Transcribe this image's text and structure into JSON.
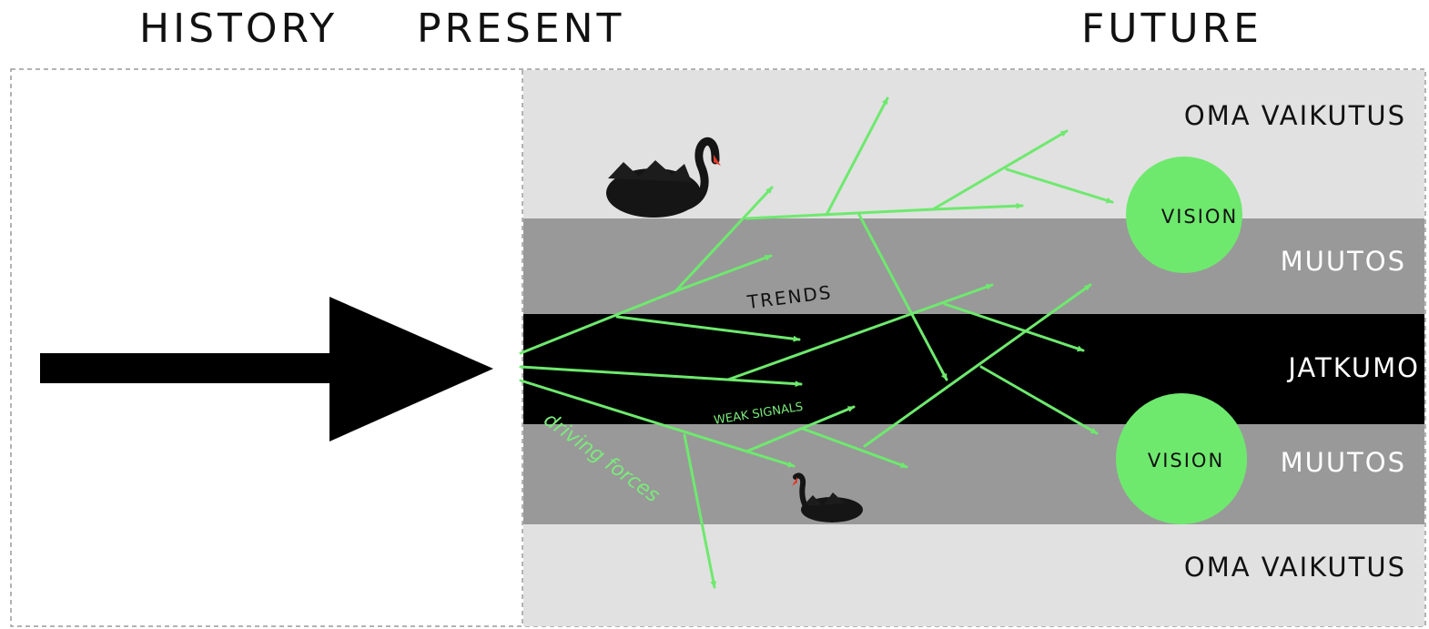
{
  "headers": {
    "history": "HISTORY",
    "present": "PRESENT",
    "future": "FUTURE"
  },
  "bands": {
    "top_light": "OMA VAIKUTUS",
    "upper_gray": "MUUTOS",
    "middle_black": "JATKUMO",
    "lower_gray": "MUUTOS",
    "bottom_light": "OMA VAIKUTUS"
  },
  "visions": {
    "upper": "VISION",
    "lower": "VISION"
  },
  "annotations": {
    "trends": "TRENDS",
    "weak_signals": "WEAK SIGNALS",
    "driving_forces": "driving forces"
  },
  "colors": {
    "light_band": "#e1e1e1",
    "gray_band": "#999999",
    "black_band": "#000000",
    "arrow_green": "#6ee96e",
    "vision_green": "#6ee96e",
    "text_green": "#7bea7b"
  }
}
